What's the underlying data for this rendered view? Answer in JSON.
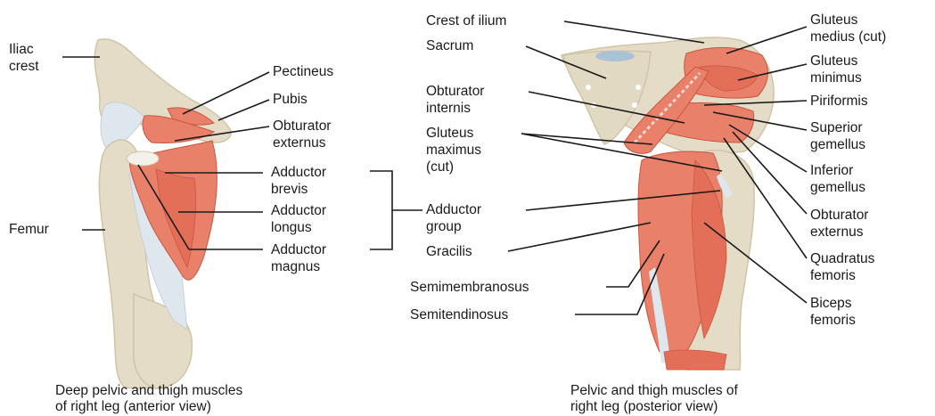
{
  "colors": {
    "bone": "#e5dcc8",
    "bone_shade": "#cfc4a8",
    "muscle": "#e9806a",
    "muscle_dark": "#c9553f",
    "tendon": "#dfe7ee",
    "sacrum_top": "#a9c3d6",
    "line": "#1a1a1a"
  },
  "left_view": {
    "caption_line1": "Deep pelvic and thigh muscles",
    "caption_line2": "of right leg (anterior view)",
    "labels": {
      "iliac_crest": "Iliac\ncrest",
      "pectineus": "Pectineus",
      "pubis": "Pubis",
      "obturator_externus": "Obturator\nexternus",
      "adductor_brevis": "Adductor\nbrevis",
      "adductor_longus": "Adductor\nlongus",
      "adductor_magnus": "Adductor\nmagnus",
      "adductor_group": "Adductor\ngroup",
      "femur": "Femur"
    }
  },
  "right_view": {
    "caption_line1": "Pelvic and thigh muscles of",
    "caption_line2": "right leg (posterior view)",
    "labels": {
      "crest_of_ilium": "Crest of ilium",
      "sacrum": "Sacrum",
      "obturator_internis": "Obturator\ninternis",
      "gluteus_maximus": "Gluteus\nmaximus\n(cut)",
      "gracilis": "Gracilis",
      "semimembranosus": "Semimembranosus",
      "semitendinosus": "Semitendinosus",
      "gluteus_medius": "Gluteus\nmedius (cut)",
      "gluteus_minimus": "Gluteus\nminimus",
      "piriformis": "Piriformis",
      "superior_gemellus": "Superior\ngemellus",
      "inferior_gemellus": "Inferior\ngemellus",
      "obturator_externus": "Obturator\nexternus",
      "quadratus_femoris": "Quadratus\nfemoris",
      "biceps_femoris": "Biceps\nfemoris"
    }
  }
}
